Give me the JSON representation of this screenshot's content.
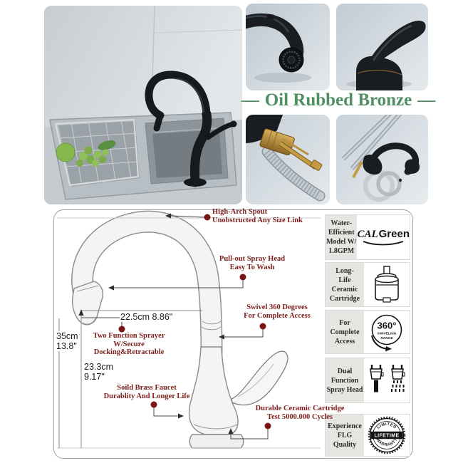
{
  "colors": {
    "accent-green": "#4f8f62",
    "callout-red": "#7c1f1a",
    "dot-red": "#7a1414",
    "panel-border": "#9aa0a6",
    "label-box-bg": "#e7e5e2",
    "photo-bg": "#ccd5dc",
    "bronze-black": "#1b1f24",
    "brass-gold": "#c59c44"
  },
  "collage": {
    "title": "Oil Rubbed Bronze",
    "dash": "—",
    "photos": [
      "installed-faucet-photo",
      "spray-head-closeup-photo",
      "handle-closeup-photo",
      "hose-connector-photo",
      "disassembled-parts-photo"
    ]
  },
  "diagram": {
    "callouts": {
      "high_arch": {
        "line1": "High-Arch Spout",
        "line2": "Unobstructed Any Size Link"
      },
      "pull_out": {
        "line1": "Pull-out Spray Head",
        "line2": "Easy To Wash"
      },
      "swivel": {
        "line1": "Swivel 360 Degrees",
        "line2": "For Complete Access"
      },
      "two_function": {
        "line1": "Two Function Sprayer",
        "line2": "W/Secure",
        "line3": "Docking&Retractable"
      },
      "brass": {
        "line1": "Soild Brass Faucet",
        "line2": "Durablity And Longer Life"
      },
      "cartridge": {
        "line1": "Durable Ceramic Cartridge",
        "line2": "Test 5000.000 Cycles"
      }
    },
    "dimensions": {
      "spout_reach": "22.5cm 8.86\"",
      "overall_height_cm": "35cm",
      "overall_height_in": "13.8\"",
      "spout_height_cm": "23.3cm",
      "spout_height_in": "9.17\""
    },
    "features": [
      {
        "icon": "calgreen-logo",
        "logo_cal": "CAL",
        "logo_green": "Green",
        "lines": [
          "Water-",
          "Efficient",
          "Model W/",
          "1.8GPM"
        ]
      },
      {
        "icon": "ceramic-cartridge-icon",
        "lines": [
          "Long-",
          "Life",
          "Ceramic",
          "Cartridge"
        ]
      },
      {
        "icon": "swivel-360-icon",
        "icon_text": "360°",
        "icon_sub1": "SWIVELING",
        "icon_sub2": "RANGE",
        "lines": [
          "For",
          "Complete",
          "Access"
        ]
      },
      {
        "icon": "dual-spray-head-icon",
        "lines": [
          "Dual",
          "Function",
          "Spray Head"
        ]
      },
      {
        "icon": "lifetime-warranty-badge",
        "badge_top": "LIMITED",
        "badge_center": "LIFETIME",
        "badge_bottom": "WARRANTY",
        "lines": [
          "Experience",
          "FLG",
          "Quality"
        ]
      }
    ]
  }
}
